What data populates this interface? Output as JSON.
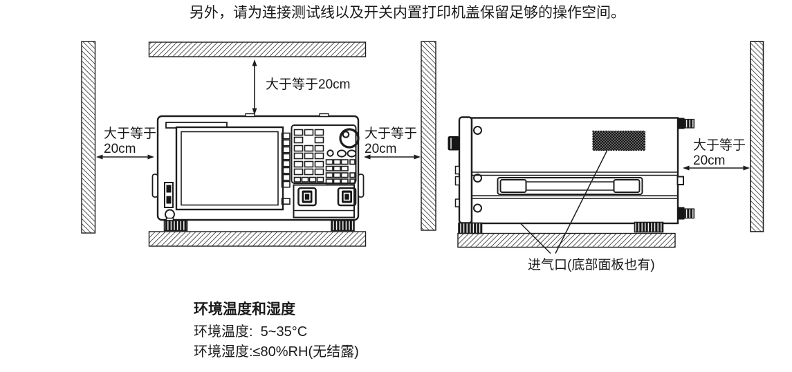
{
  "page": {
    "top_note": "另外，请为连接测试线以及开关内置打印机盖保留足够的操作空间。"
  },
  "front_view": {
    "top_clearance": "大于等于20cm",
    "left_clearance": "大于等于\n20cm",
    "right_clearance": "大于等于\n20cm"
  },
  "side_view": {
    "right_clearance": "大于等于\n20cm",
    "vent_label": "进气口(底部面板也有)"
  },
  "environment": {
    "heading": "环境温度和湿度",
    "temperature": "环境温度:  5~35°C",
    "humidity": "环境湿度:≤80%RH(无结露)"
  },
  "colors": {
    "line": "#1d1d1d",
    "background": "#ffffff"
  }
}
